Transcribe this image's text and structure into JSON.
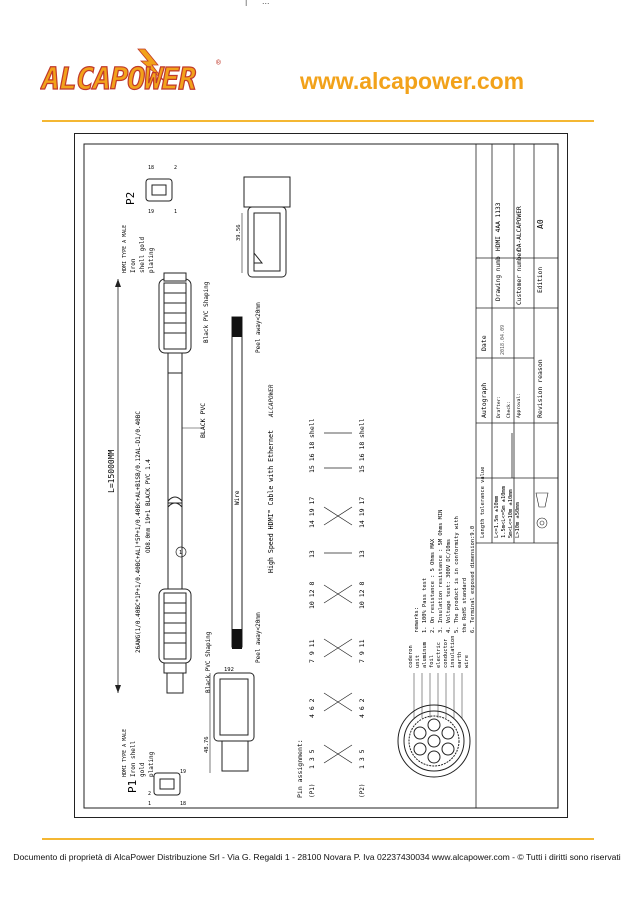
{
  "top": {
    "left": "|",
    "right": "..."
  },
  "brand": {
    "logo_text": "ALCAPOWER",
    "registered": "®",
    "website": "www.alcapower.com"
  },
  "footer": {
    "text": "Documento di proprietà di AlcaPower Distribuzione Srl - Via G. Regaldi 1 - 28100 Novara P. Iva 02237430034  www.alcapower.com - © Tutti i diritti sono riservati"
  },
  "drawing": {
    "p1": "P1",
    "p2": "P2",
    "p1_pins": [
      "2",
      "1",
      "18",
      "19"
    ],
    "p2_pins": [
      "18",
      "2",
      "19",
      "1"
    ],
    "hdmi_male_1": "HDMI TYPE A MALE",
    "shell_1": [
      "Iron shell",
      "gold",
      "plating"
    ],
    "hdmi_male_2": "HDMI TYPE A MALE",
    "shell_2": [
      "Iron",
      "shell gold",
      "plating"
    ],
    "length": "L=15000MM",
    "spec_line1": "26AWG(1/0.40BC*1P+1/0.40BC+AL)*5P+1/0.40BC+AL+B1SB/0.12AL-D1/0.40BC",
    "spec_line2": "OD8.0mm 19+1 BLACK PVC  1.4",
    "black_pvc": "BLACK PVC",
    "shaping_1": "Black PVC Shaping",
    "shaping_2": "Black PVC Shaping",
    "wire": "Wire",
    "peel_1": "Peel away<20mm",
    "peel_2": "Peel away<20mm",
    "center_title": "High Speed HDMI™ Cable with Ethernet",
    "dim_width": "48.76",
    "dim_end": "192",
    "dim_right": "39.56",
    "pin_title": "Pin assignment:",
    "p1_row_label": "(P1)",
    "p2_row_label": "(P2)",
    "pin_groups": [
      "1 3 5",
      "4 6 2",
      "7 9 11",
      "10 12 8",
      "13",
      "14 19 17",
      "15 16 18",
      "shell"
    ],
    "remarks": [
      "remarks:",
      "1. 100% Pass test",
      "2. On resistance : 5 Ohms MAX",
      "3. Insulation resistance : 5M Ohms MIN",
      "4. Voltage test: 300V DC/10ms",
      "5. The product is in conformity with",
      "   the RoHS standard",
      "6. Terminal exposed dimension:9.0"
    ],
    "layers": [
      "coderon",
      "unit",
      "aluminum",
      "foil",
      "electric",
      "conductor",
      "insulation",
      "earth",
      "wire"
    ],
    "tolerance_title": "Length tolerance value",
    "tolerance_rows": [
      "L<=1.5m     ±10mm",
      "1.5m<L<=5m  ±10mm",
      "5m<L<=10m   ±10mm",
      "L>10m       ±50mm"
    ],
    "autograph": "Autograph",
    "date_head": "Date",
    "date_val": "2018.04.09",
    "sign_rows": [
      "Drafter:",
      "Check:",
      "Approval:"
    ],
    "revision_reason": "Revision reason",
    "drawing_number": "Drawing numb",
    "drawing_number_val": "HDMI 4AA 1133",
    "customer_number": "Customer number",
    "customer_number_val": "DA-ALCAPOWER",
    "edition": "Edition",
    "edition_val": "A0"
  }
}
